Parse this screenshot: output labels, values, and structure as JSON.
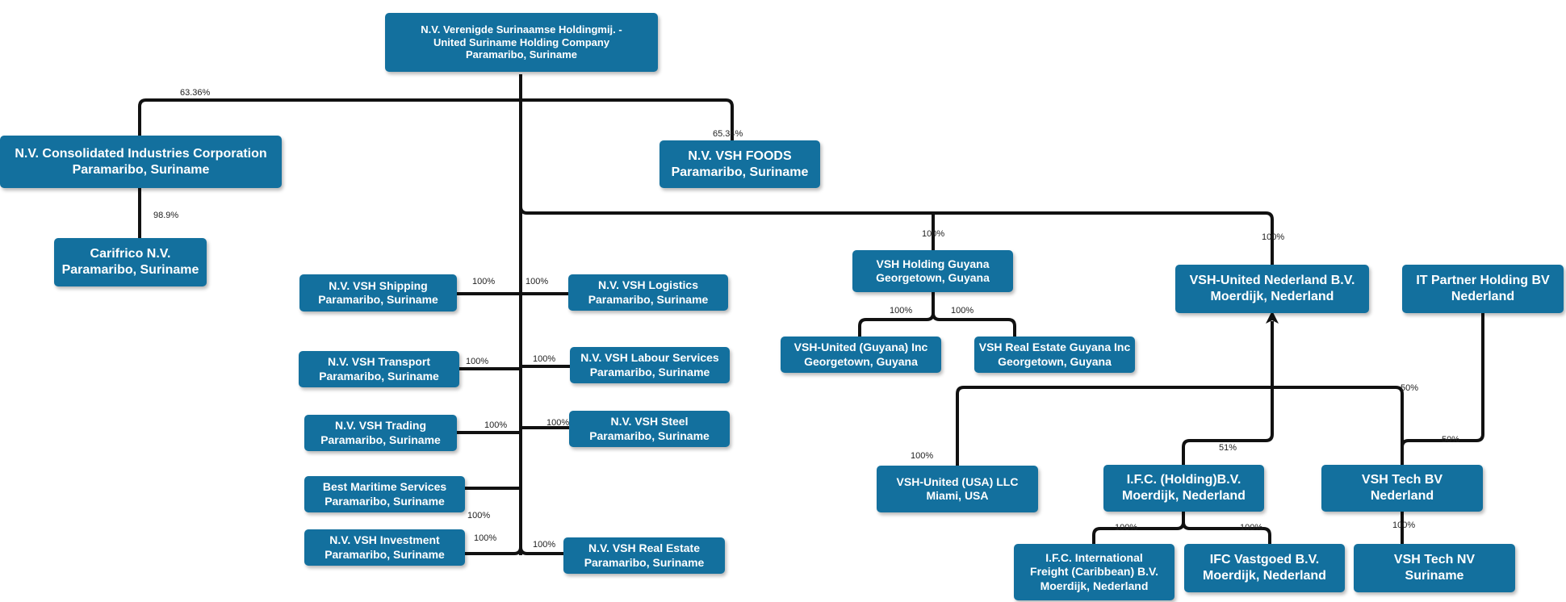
{
  "theme": {
    "node_fill": "#13709e",
    "node_text": "#ffffff",
    "edge_color": "#111111"
  },
  "nodes": {
    "vsh": {
      "line1": "N.V. Verenigde Surinaamse Holdingmij. -",
      "line2": "United Suriname Holding Company",
      "line3": "Paramaribo, Suriname"
    },
    "consolidated": {
      "line1": "N.V. Consolidated Industries Corporation",
      "line2": "Paramaribo, Suriname"
    },
    "foods": {
      "line1": "N.V. VSH FOODS",
      "line2": "Paramaribo, Suriname"
    },
    "carifrico": {
      "line1": "Carifrico N.V.",
      "line2": "Paramaribo, Suriname"
    },
    "shipping": {
      "line1": "N.V. VSH Shipping",
      "line2": "Paramaribo, Suriname"
    },
    "logistics": {
      "line1": "N.V. VSH Logistics",
      "line2": "Paramaribo, Suriname"
    },
    "transport": {
      "line1": "N.V. VSH Transport",
      "line2": "Paramaribo, Suriname"
    },
    "labour": {
      "line1": "N.V. VSH Labour Services",
      "line2": "Paramaribo, Suriname"
    },
    "trading": {
      "line1": "N.V. VSH Trading",
      "line2": "Paramaribo, Suriname"
    },
    "steel": {
      "line1": "N.V. VSH Steel",
      "line2": "Paramaribo, Suriname"
    },
    "maritime": {
      "line1": "Best Maritime Services",
      "line2": "Paramaribo, Suriname"
    },
    "investment": {
      "line1": "N.V. VSH Investment",
      "line2": "Paramaribo, Suriname"
    },
    "realestate": {
      "line1": "N.V. VSH Real Estate",
      "line2": "Paramaribo, Suriname"
    },
    "guyana": {
      "line1": "VSH Holding Guyana",
      "line2": "Georgetown, Guyana"
    },
    "united_guyana": {
      "line1": "VSH-United (Guyana) Inc",
      "line2": "Georgetown, Guyana"
    },
    "re_guyana": {
      "line1": "VSH Real Estate  Guyana Inc",
      "line2": "Georgetown, Guyana"
    },
    "nederland": {
      "line1": "VSH-United Nederland B.V.",
      "line2": "Moerdijk, Nederland"
    },
    "itpartner": {
      "line1": "IT Partner Holding BV",
      "line2": "Nederland"
    },
    "usa": {
      "line1": "VSH-United (USA) LLC",
      "line2": "Miami, USA"
    },
    "ifc_holding": {
      "line1": "I.F.C. (Holding)B.V.",
      "line2": "Moerdijk, Nederland"
    },
    "tech_bv": {
      "line1": "VSH Tech BV",
      "line2": "Nederland"
    },
    "ifc_intl": {
      "line1": "I.F.C. International",
      "line2": "Freight (Caribbean) B.V.",
      "line3": "Moerdijk, Nederland"
    },
    "ifc_vast": {
      "line1": "IFC Vastgoed B.V.",
      "line2": "Moerdijk, Nederland"
    },
    "tech_nv": {
      "line1": "VSH Tech NV",
      "line2": "Suriname"
    }
  },
  "ownership": {
    "consolidated": "63.36%",
    "foods": "65.34%",
    "carifrico": "98.9%",
    "shipping": "100%",
    "logistics": "100%",
    "transport": "100%",
    "labour": "100%",
    "trading": "100%",
    "steel": "100%",
    "maritime": "100%",
    "investment": "100%",
    "realestate": "100%",
    "guyana": "100%",
    "nederland": "100%",
    "united_guyana": "100%",
    "re_guyana": "100%",
    "usa": "100%",
    "ifc_holding": "51%",
    "tech_bv_nl": "50%",
    "tech_bv_it": "50%",
    "ifc_intl": "100%",
    "ifc_vast": "100%",
    "tech_nv": "100%"
  }
}
